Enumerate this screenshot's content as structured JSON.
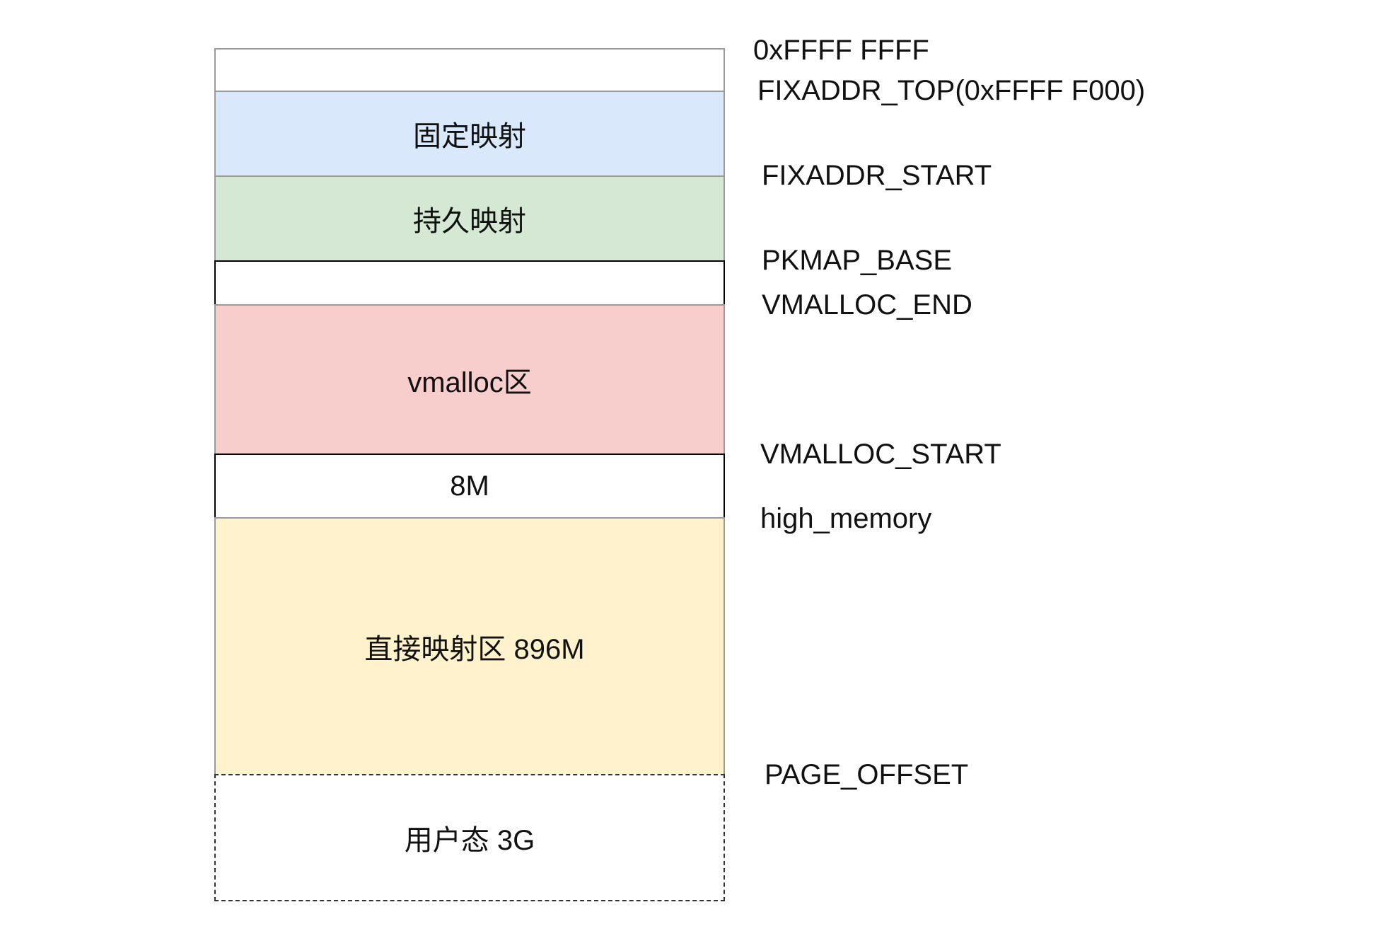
{
  "regions": [
    {
      "id": "top-gap",
      "label": "",
      "fill": "#ffffff",
      "border": "#9a9a9a"
    },
    {
      "id": "fixed-mapping",
      "label": "固定映射",
      "fill": "#dae8fc",
      "border": "#9a9a9a"
    },
    {
      "id": "persistent-mapping",
      "label": "持久映射",
      "fill": "#d5e8d4",
      "border": "#9a9a9a"
    },
    {
      "id": "pkmap-gap",
      "label": "",
      "fill": "#ffffff",
      "border": "#000000"
    },
    {
      "id": "vmalloc",
      "label": "vmalloc区",
      "fill": "#f8cecc",
      "border": "#9a9a9a"
    },
    {
      "id": "guard-8m",
      "label": "8M",
      "fill": "#ffffff",
      "border": "#000000"
    },
    {
      "id": "direct-mapping",
      "label": "直接映射区 896M",
      "fill": "#fff2cc",
      "border": "#9a9a9a"
    },
    {
      "id": "user-space",
      "label": "用户态 3G",
      "fill": "#ffffff",
      "border": "#333333",
      "dashed": true
    }
  ],
  "addresses": [
    {
      "id": "top",
      "text": "0xFFFF FFFF"
    },
    {
      "id": "fixaddr-top",
      "text": "FIXADDR_TOP(0xFFFF F000)"
    },
    {
      "id": "fixaddr-start",
      "text": "FIXADDR_START"
    },
    {
      "id": "pkmap-base",
      "text": "PKMAP_BASE"
    },
    {
      "id": "vmalloc-end",
      "text": "VMALLOC_END"
    },
    {
      "id": "vmalloc-start",
      "text": "VMALLOC_START"
    },
    {
      "id": "high-memory",
      "text": "high_memory"
    },
    {
      "id": "page-offset",
      "text": "PAGE_OFFSET"
    }
  ]
}
